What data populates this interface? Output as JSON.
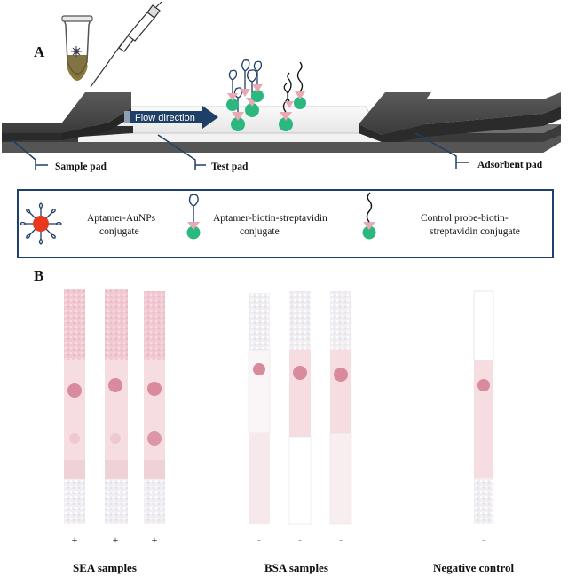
{
  "panel_a": {
    "letter": "A",
    "flow_label": "Flow direction",
    "sample_pad": "Sample pad",
    "test_pad": "Test pad",
    "adsorbent_pad": "Adsorbent pad"
  },
  "legend": {
    "aunp_line1": "Aptamer-AuNPs",
    "aunp_line2": "conjugate",
    "biotin_line1": "Aptamer-biotin-streptavidin",
    "biotin_line2": "conjugate",
    "control_line1": "Control probe-biotin-",
    "control_line2": "streptavidin conjugate"
  },
  "panel_b": {
    "letter": "B",
    "groups": [
      {
        "label": "SEA samples",
        "signs": [
          "+",
          "+",
          "+"
        ]
      },
      {
        "label": "BSA samples",
        "signs": [
          "-",
          "-",
          "-"
        ]
      },
      {
        "label": "Negative control",
        "signs": [
          "-"
        ]
      }
    ]
  },
  "colors": {
    "pad_dark": "#4a4a4a",
    "arrow_blue": "#1e3f66",
    "aunp_red": "#e8391f",
    "streptavidin_green": "#2bb87e",
    "biotin_pink": "#e8a8b4",
    "legend_border": "#1e3f66",
    "strip_pink": "#f3d7dc",
    "spot_pink": "#d98a9c"
  }
}
